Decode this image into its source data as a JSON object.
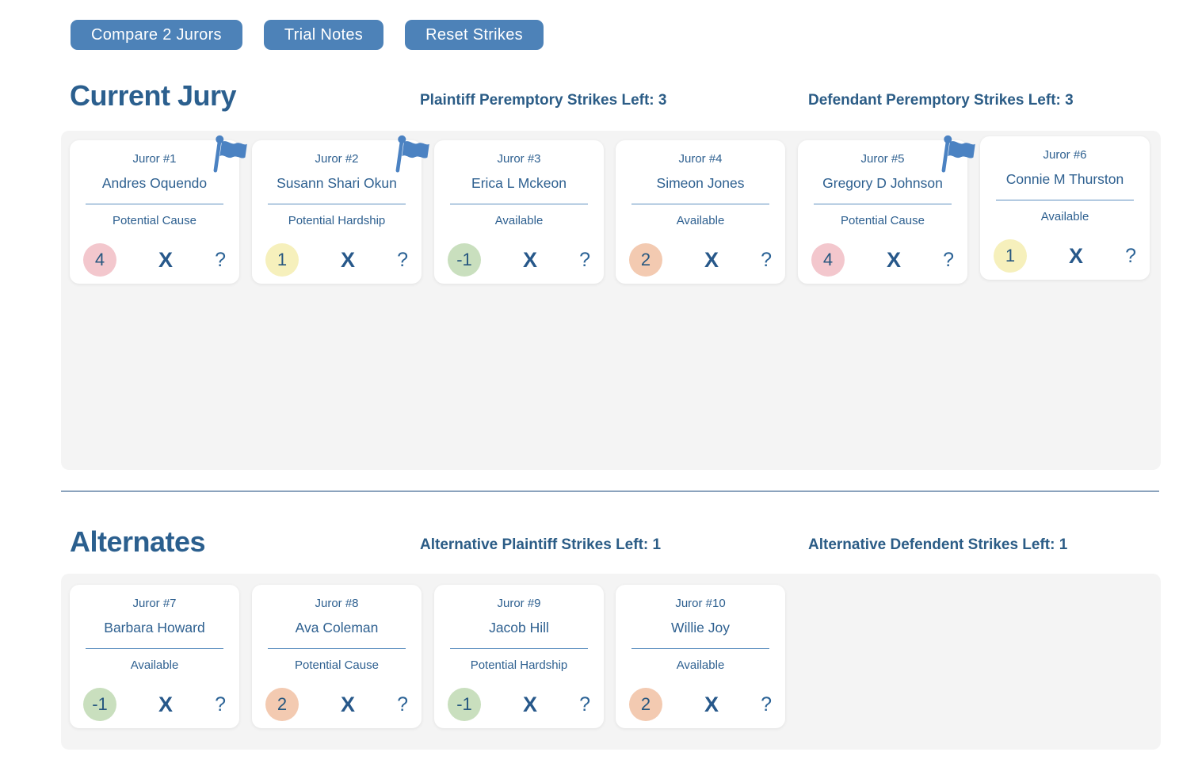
{
  "toolbar": {
    "compare_label": "Compare 2 Jurors",
    "trial_notes_label": "Trial Notes",
    "reset_strikes_label": "Reset Strikes"
  },
  "actions": {
    "strike": "X",
    "question": "?"
  },
  "colors": {
    "accent_blue": "#4d82b8",
    "text_blue": "#2b5f8e",
    "flag_blue": "#4b82c2",
    "panel_gray": "#f4f4f4",
    "score_pink": "#f3c7cd",
    "score_yellow": "#f6f0bc",
    "score_green": "#c9dfbe",
    "score_salmon": "#f3cab1"
  },
  "current_jury": {
    "title": "Current Jury",
    "left_counter": "Plaintiff Peremptory Strikes Left: 3",
    "right_counter": "Defendant Peremptory Strikes Left: 3",
    "jurors": [
      {
        "id": "Juror #1",
        "name": "Andres Oquendo",
        "status": "Potential Cause",
        "score": "4",
        "score_color": "#f3c7cd",
        "flagged": true
      },
      {
        "id": "Juror #2",
        "name": "Susann Shari Okun",
        "status": "Potential Hardship",
        "score": "1",
        "score_color": "#f6f0bc",
        "flagged": true
      },
      {
        "id": "Juror #3",
        "name": "Erica L Mckeon",
        "status": "Available",
        "score": "-1",
        "score_color": "#c9dfbe",
        "flagged": false
      },
      {
        "id": "Juror #4",
        "name": "Simeon Jones",
        "status": "Available",
        "score": "2",
        "score_color": "#f3cab1",
        "flagged": false
      },
      {
        "id": "Juror #5",
        "name": "Gregory D Johnson",
        "status": "Potential Cause",
        "score": "4",
        "score_color": "#f3c7cd",
        "flagged": true
      },
      {
        "id": "Juror #6",
        "name": "Connie M Thurston",
        "status": "Available",
        "score": "1",
        "score_color": "#f6f0bc",
        "flagged": false
      }
    ]
  },
  "alternates": {
    "title": "Alternates",
    "left_counter": "Alternative Plaintiff Strikes Left: 1",
    "right_counter": "Alternative Defendent Strikes Left: 1",
    "jurors": [
      {
        "id": "Juror #7",
        "name": "Barbara Howard",
        "status": "Available",
        "score": "-1",
        "score_color": "#c9dfbe",
        "flagged": false
      },
      {
        "id": "Juror #8",
        "name": "Ava Coleman",
        "status": "Potential Cause",
        "score": "2",
        "score_color": "#f3cab1",
        "flagged": false
      },
      {
        "id": "Juror #9",
        "name": "Jacob Hill",
        "status": "Potential Hardship",
        "score": "-1",
        "score_color": "#c9dfbe",
        "flagged": false
      },
      {
        "id": "Juror #10",
        "name": "Willie Joy",
        "status": "Available",
        "score": "2",
        "score_color": "#f3cab1",
        "flagged": false
      }
    ]
  }
}
